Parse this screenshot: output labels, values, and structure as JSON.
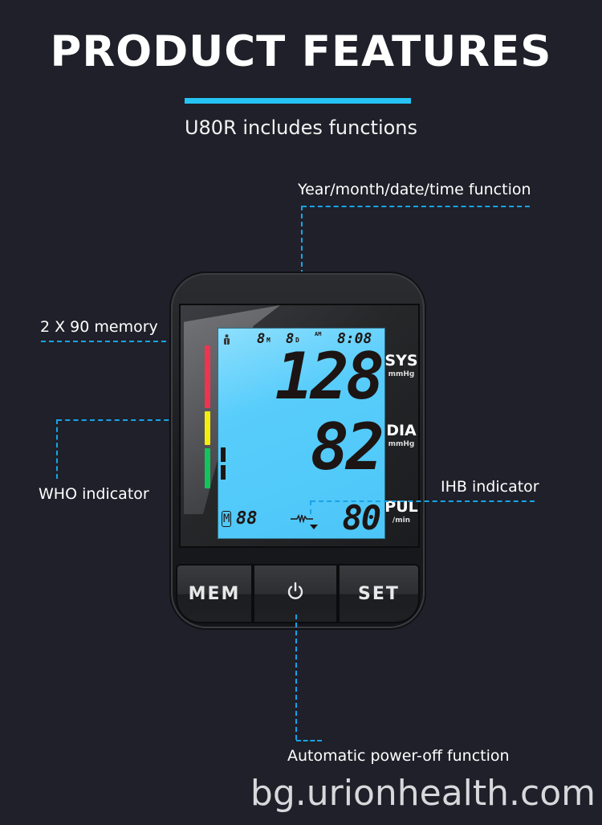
{
  "header": {
    "title": "PRODUCT FEATURES",
    "accent_color": "#25c4f5",
    "subtitle": "U80R includes functions"
  },
  "callouts": {
    "datetime": "Year/month/date/time function",
    "memory": "2 X 90 memory",
    "who": "WHO indicator",
    "ihb": "IHB indicator",
    "power_off": "Automatic power-off function"
  },
  "device": {
    "lcd": {
      "month": "8",
      "month_suffix": "M",
      "day": "8",
      "day_suffix": "D",
      "am_pm": "AM",
      "time": "8:08",
      "sys_value": "128",
      "dia_value": "82",
      "pulse_value": "80",
      "memory_badge": "M",
      "memory_value": "88"
    },
    "labels": {
      "sys": "SYS",
      "sys_unit": "mmHg",
      "dia": "DIA",
      "dia_unit": "mmHg",
      "pul": "PUL",
      "pul_unit": "/min"
    },
    "who_colors": [
      "#f0344f",
      "#f5ee0c",
      "#12c45b"
    ],
    "buttons": {
      "mem": "MEM",
      "power_icon": "power-icon",
      "set": "SET"
    }
  },
  "watermark": "bg.urionhealth.com"
}
